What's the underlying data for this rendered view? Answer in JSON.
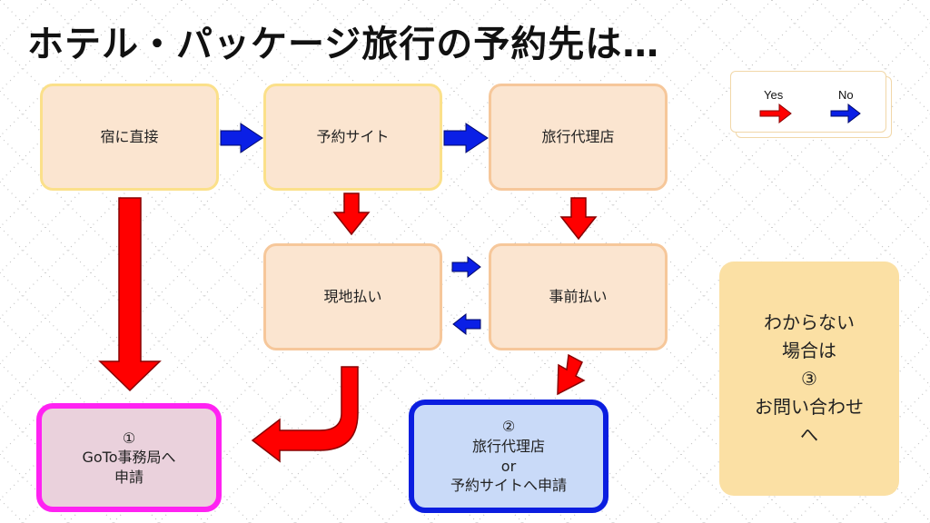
{
  "title": "ホテル・パッケージ旅行の予約先は…",
  "legend": {
    "yes_label": "Yes",
    "no_label": "No",
    "yes_color": "#ff0000",
    "no_color": "#0a1fe6"
  },
  "nodes": {
    "direct": "宿に直接",
    "booking_site": "予約サイト",
    "travel_agency": "旅行代理店",
    "pay_onsite": "現地払い",
    "prepay": "事前払い"
  },
  "outcomes": {
    "outcome1": {
      "number": "①",
      "line1": "GoTo事務局へ",
      "line2": "申請"
    },
    "outcome2": {
      "number": "②",
      "line1": "旅行代理店",
      "line2": "or",
      "line3": "予約サイトへ申請"
    },
    "unsure": {
      "line1": "わからない",
      "line2": "場合は",
      "number": "③",
      "line3": "お問い合わせ",
      "line4": "へ"
    }
  }
}
